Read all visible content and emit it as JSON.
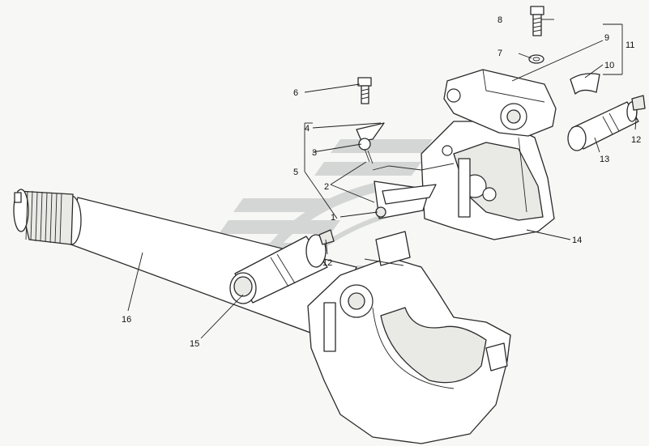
{
  "callouts": {
    "c1": "1",
    "c2": "2",
    "c3": "3",
    "c4": "4",
    "c5": "5",
    "c6": "6",
    "c7": "7",
    "c8": "8",
    "c9": "9",
    "c10": "10",
    "c11": "11",
    "c12a": "12",
    "c12b": "12",
    "c13": "13",
    "c14": "14",
    "c15": "15",
    "c16": "16"
  },
  "colors": {
    "linework": "#2a2a2a",
    "watermark": "#c9cccc",
    "background": "#f7f7f5"
  }
}
